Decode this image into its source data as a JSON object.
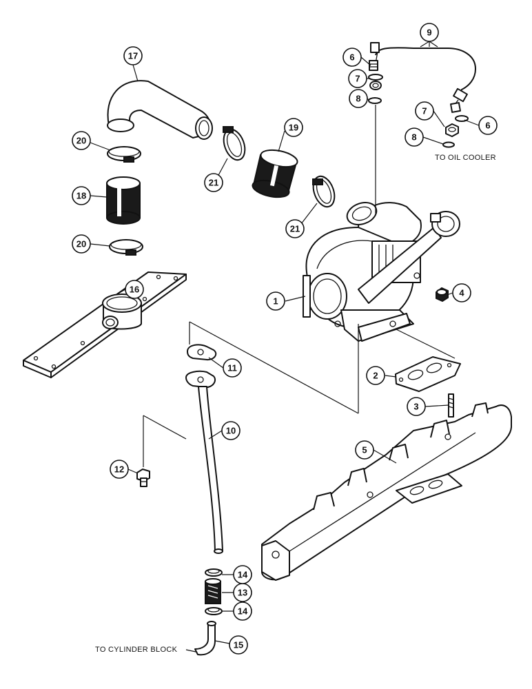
{
  "callouts": {
    "c1": "1",
    "c2": "2",
    "c3": "3",
    "c4": "4",
    "c5": "5",
    "c6a": "6",
    "c6b": "6",
    "c7a": "7",
    "c7b": "7",
    "c8a": "8",
    "c8b": "8",
    "c9": "9",
    "c10": "10",
    "c11": "11",
    "c12": "12",
    "c13": "13",
    "c14a": "14",
    "c14b": "14",
    "c15": "15",
    "c16": "16",
    "c17": "17",
    "c18": "18",
    "c19": "19",
    "c20a": "20",
    "c20b": "20",
    "c21a": "21",
    "c21b": "21"
  },
  "notes": {
    "to_oil_cooler": "TO OIL COOLER",
    "to_cylinder_block": "TO CYLINDER BLOCK"
  }
}
